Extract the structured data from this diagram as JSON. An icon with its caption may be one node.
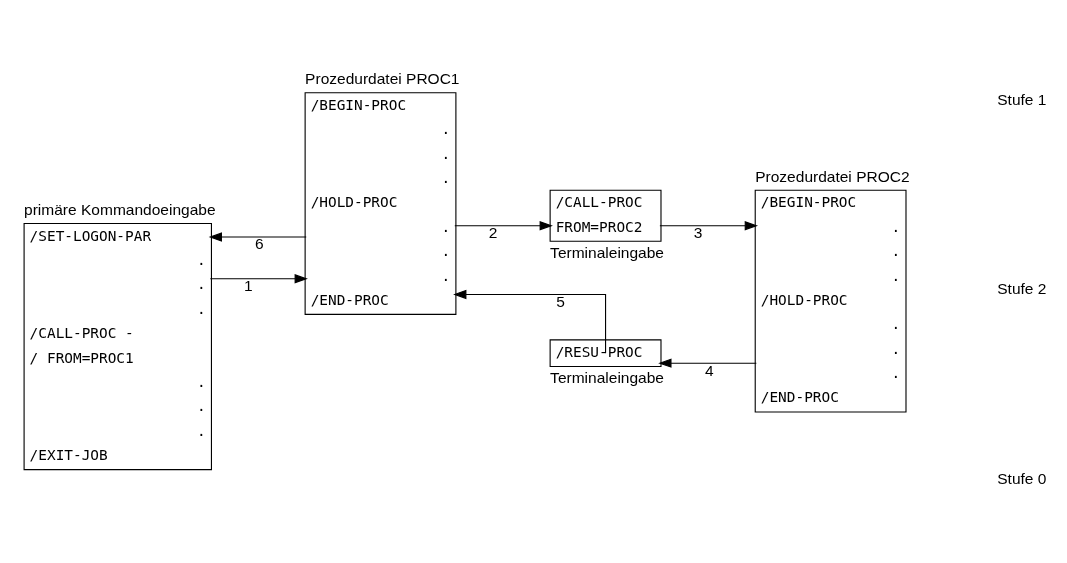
{
  "diagram": {
    "nodes": [
      {
        "text": [
          "primäre Kommandoeingabe",
          "/SET-LOGON-PAR",
          ".",
          ".",
          ".",
          "/CALL-PROC -",
          "/ FROM=PROC1",
          ".",
          ".",
          ".",
          "/EXIT-JOB"
        ]
      },
      {
        "text": [
          "Prozedurdatei PROC1",
          "/BEGIN-PROC",
          ".",
          ".",
          ".",
          "/HOLD-PROC",
          ".",
          ".",
          ".",
          "/END-PROC"
        ]
      },
      {
        "text": [
          "/CALL-PROC",
          "FROM=PROC2"
        ],
        "beside": [
          "Terminaleingabe"
        ]
      },
      {
        "text": [
          "Prozedurdatei PROC2",
          "/BEGIN-PROC",
          ".",
          ".",
          ".",
          "/HOLD-PROC",
          ".",
          ".",
          ".",
          "/END-PROC"
        ]
      },
      {
        "text": [
          "/RESU-PROC"
        ],
        "beside": [
          "Terminaleingabe"
        ]
      }
    ],
    "edges": [
      {
        "from": 0,
        "to": 1,
        "arrow": "to",
        "label": "1"
      },
      {
        "from": 1,
        "to": 2,
        "arrow": "to",
        "label": "2"
      },
      {
        "from": 2,
        "to": 3,
        "arrow": "to",
        "label": "3"
      },
      {
        "from": 3,
        "to": 4,
        "arrow": "to",
        "label": "4"
      },
      {
        "from": 4,
        "to": 1,
        "arrow": "to",
        "label": "5"
      },
      {
        "from": 1,
        "to": 0,
        "arrow": "to",
        "label": "6"
      }
    ],
    "labels": [
      "Stufe 0",
      "Stufe 1",
      "Stufe 2"
    ]
  }
}
